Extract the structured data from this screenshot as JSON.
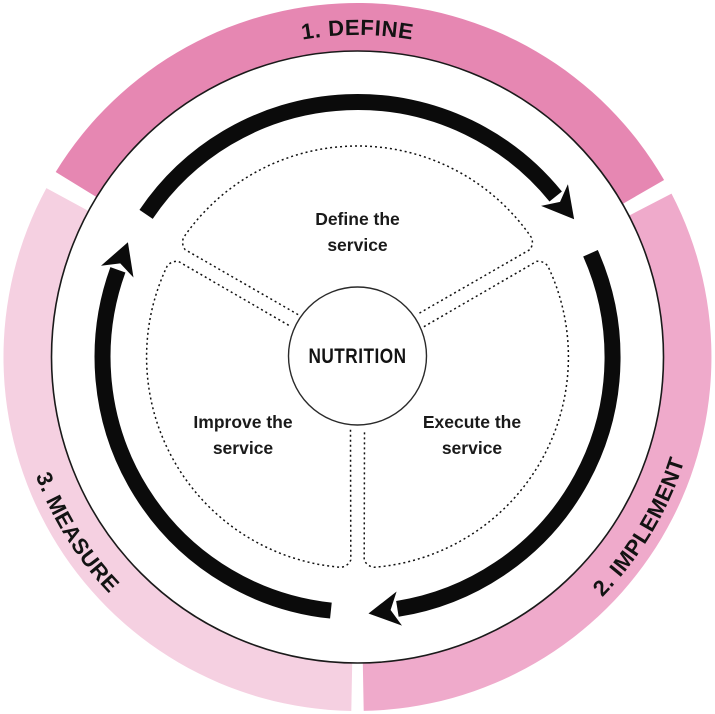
{
  "ring": {
    "segments": [
      {
        "id": "define",
        "label": "1. DEFINE",
        "color": "#e687b2"
      },
      {
        "id": "implement",
        "label": "2. IMPLEMENT",
        "color": "#efaacb"
      },
      {
        "id": "measure",
        "label": "3. MEASURE",
        "color": "#f5d0e1"
      }
    ]
  },
  "center": {
    "label": "NUTRITION"
  },
  "sectors": [
    {
      "id": "define",
      "line1": "Define the",
      "line2": "service"
    },
    {
      "id": "execute",
      "line1": "Execute the",
      "line2": "service"
    },
    {
      "id": "improve",
      "line1": "Improve the",
      "line2": "service"
    }
  ],
  "colors": {
    "arrow": "#0b0b0b",
    "outline": "#1a1a1a",
    "background": "#ffffff"
  }
}
